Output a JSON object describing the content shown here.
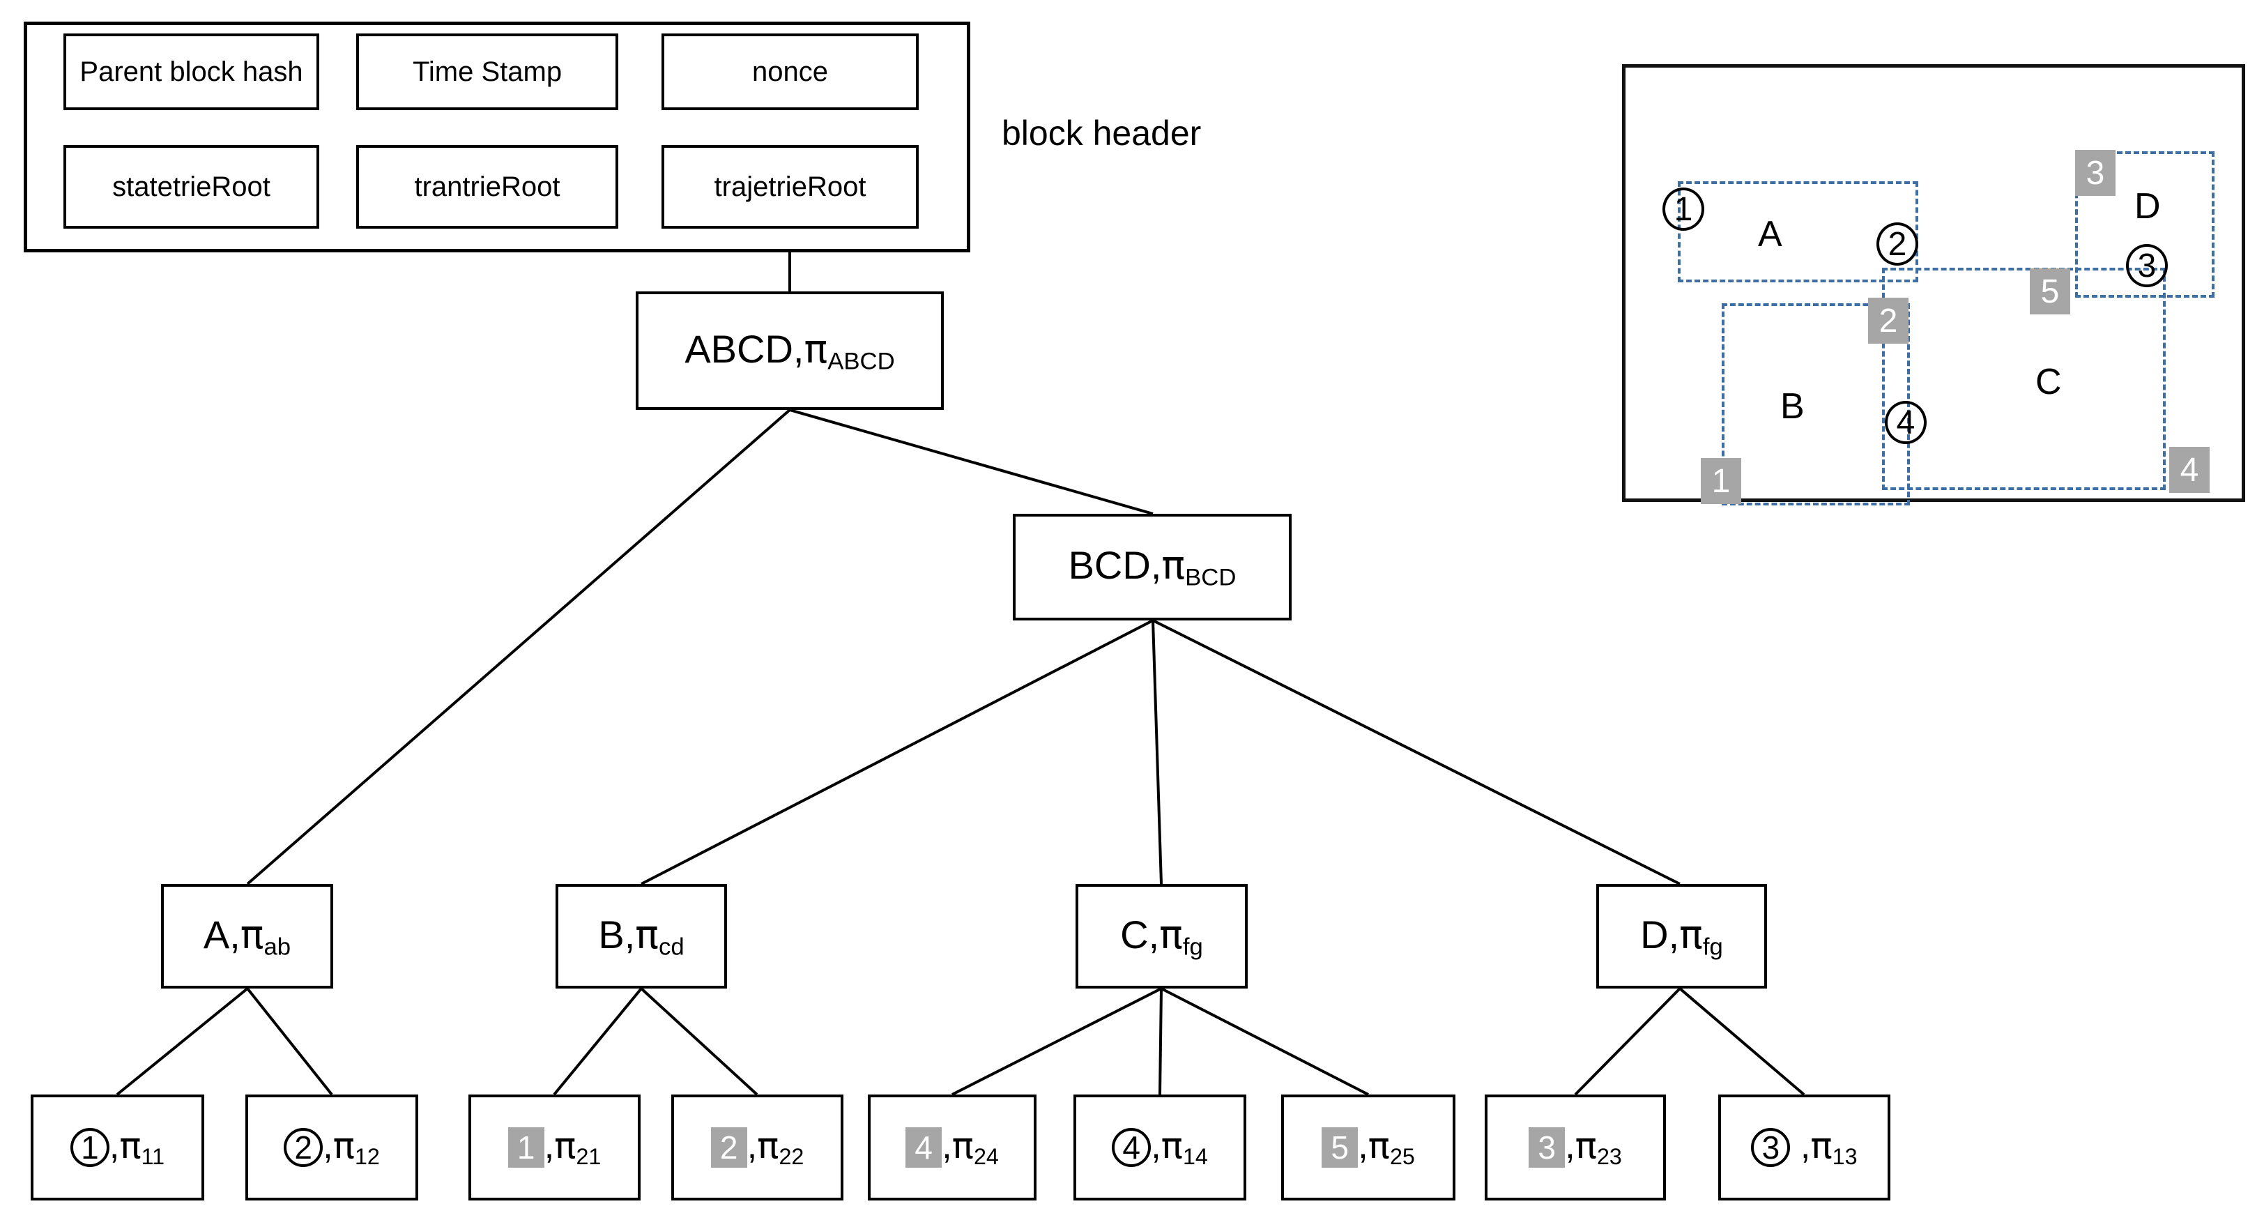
{
  "block_header": {
    "caption": "block header",
    "fields_row1": [
      "Parent block hash",
      "Time Stamp",
      "nonce"
    ],
    "fields_row2": [
      "statetrieRoot",
      "trantrieRoot",
      "trajetrieRoot"
    ]
  },
  "tree": {
    "root": {
      "name": "ABCD",
      "proof_sub": "ABCD",
      "label": "ABCD,π"
    },
    "level2": {
      "name": "BCD",
      "proof_sub": "BCD",
      "label": "BCD,π"
    },
    "level3": [
      {
        "name": "A",
        "proof_sub": "ab"
      },
      {
        "name": "B",
        "proof_sub": "cd"
      },
      {
        "name": "C",
        "proof_sub": "fg"
      },
      {
        "name": "D",
        "proof_sub": "fg"
      }
    ],
    "leaves": [
      {
        "marker": "1",
        "marker_style": "circle",
        "proof_sub": "11",
        "parent": "A"
      },
      {
        "marker": "2",
        "marker_style": "circle",
        "proof_sub": "12",
        "parent": "A"
      },
      {
        "marker": "1",
        "marker_style": "square",
        "proof_sub": "21",
        "parent": "B"
      },
      {
        "marker": "2",
        "marker_style": "square",
        "proof_sub": "22",
        "parent": "B"
      },
      {
        "marker": "4",
        "marker_style": "square",
        "proof_sub": "24",
        "parent": "C"
      },
      {
        "marker": "4",
        "marker_style": "circle",
        "proof_sub": "14",
        "parent": "C"
      },
      {
        "marker": "5",
        "marker_style": "square",
        "proof_sub": "25",
        "parent": "C"
      },
      {
        "marker": "3",
        "marker_style": "square",
        "proof_sub": "23",
        "parent": "D"
      },
      {
        "marker": "3",
        "marker_style": "circle",
        "proof_sub": "13",
        "parent": "D"
      }
    ]
  },
  "space_panel": {
    "regions": [
      {
        "id": "A",
        "label": "A"
      },
      {
        "id": "B",
        "label": "B"
      },
      {
        "id": "C",
        "label": "C"
      },
      {
        "id": "D",
        "label": "D"
      }
    ],
    "circle_markers": [
      "1",
      "2",
      "3",
      "4"
    ],
    "square_markers": [
      "1",
      "2",
      "3",
      "4",
      "5"
    ]
  },
  "colors": {
    "region_dash": "#3d6fa5",
    "square_marker_fill": "#a6a6a6",
    "square_marker_text": "#ffffff",
    "line": "#000000",
    "panel_border": "#111111"
  }
}
